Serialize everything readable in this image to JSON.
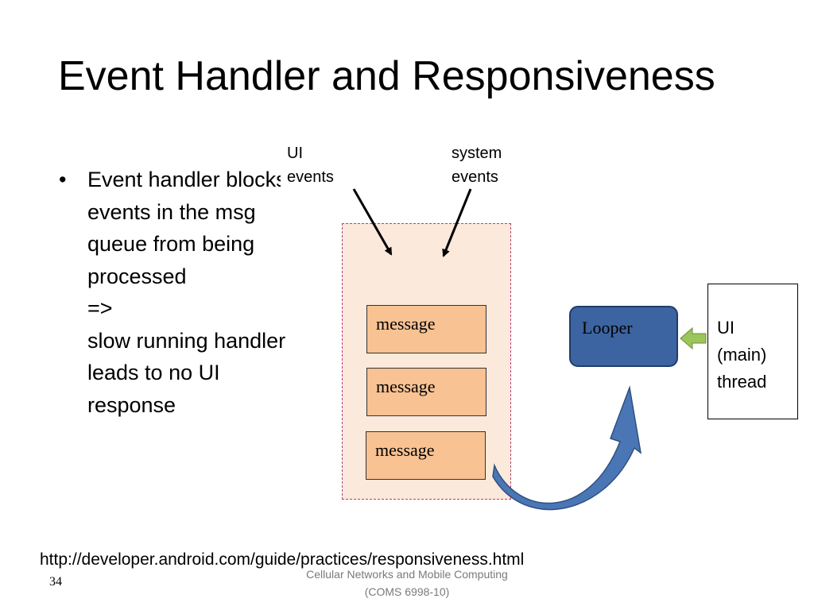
{
  "slide": {
    "title": "Event Handler and Responsiveness",
    "bullet": {
      "marker": "•",
      "lines": [
        "Event handler blocks",
        "events in the msg",
        "queue from being",
        "processed",
        "=>",
        "slow running handler",
        "leads to no UI",
        "response"
      ]
    },
    "url": "http://developer.android.com/guide/practices/responsiveness.html",
    "page_number": "34",
    "footer": {
      "line1": "Cellular Networks and Mobile Computing",
      "line2": "(COMS 6998-10)"
    }
  },
  "diagram": {
    "ui_events_label": {
      "line1": "UI",
      "line2": "events"
    },
    "system_events_label": {
      "line1": "system",
      "line2": "events"
    },
    "messages": [
      "message",
      "message",
      "message"
    ],
    "looper_label": "Looper",
    "thread_label": {
      "line1": "UI",
      "line2": "(main)",
      "line3": "thread"
    },
    "colors": {
      "queue_fill": "#fbe9db",
      "queue_border": "#b3427b",
      "message_fill": "#f8c293",
      "looper_fill": "#3c64a0",
      "curved_arrow_fill": "#4a76b5",
      "thread_arrow_fill": "#9bc65a"
    }
  }
}
